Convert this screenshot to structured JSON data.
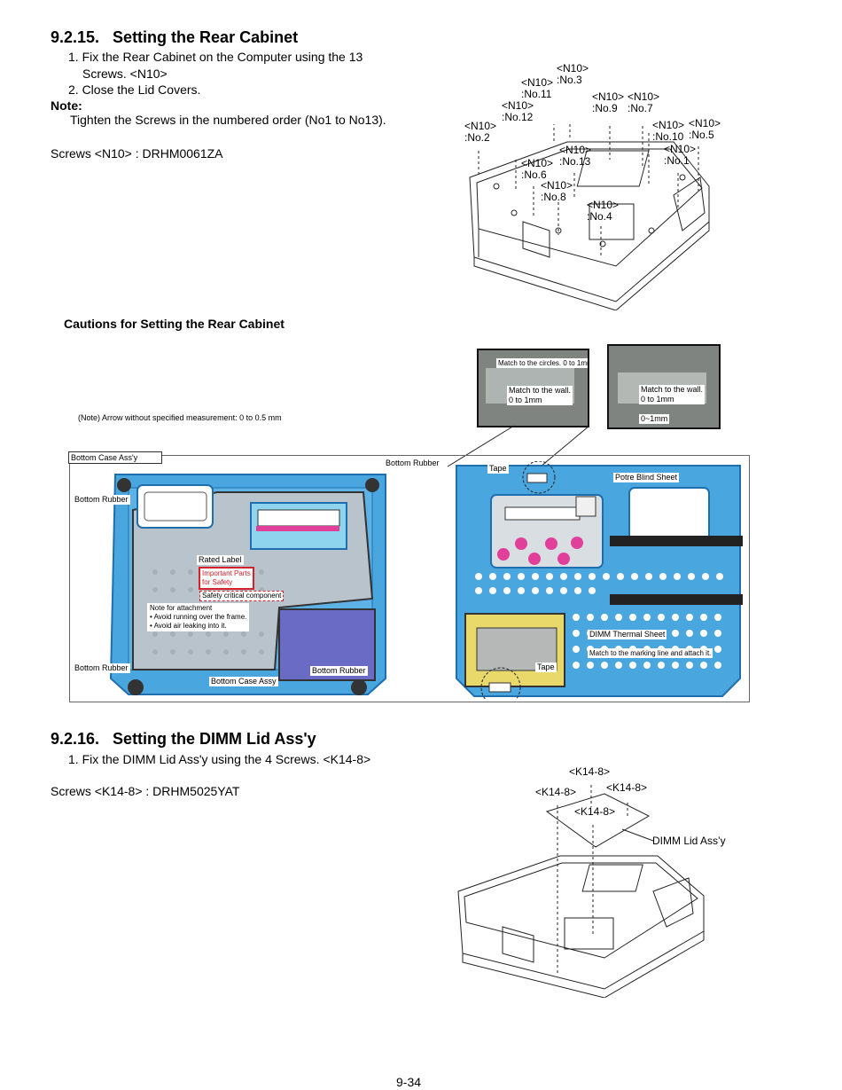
{
  "section1": {
    "heading": "9.2.15.   Setting the Rear Cabinet",
    "step1_line1": "1. Fix the Rear Cabinet on the Computer using the 13",
    "step1_line2": "Screws. <N10>",
    "step2": "2. Close the Lid Covers.",
    "note_label": "Note:",
    "note_text": "Tighten the Screws in the numbered order (No1 to No13).",
    "screws": "Screws <N10> : DRHM0061ZA"
  },
  "screw_labels": [
    {
      "code": "<N10>",
      "num": ":No.3"
    },
    {
      "code": "<N10>",
      "num": ":No.11"
    },
    {
      "code": "<N10>",
      "num": ":No.12"
    },
    {
      "code": "<N10>",
      "num": ":No.9"
    },
    {
      "code": "<N10>",
      "num": ":No.7"
    },
    {
      "code": "<N10>",
      "num": ":No.2"
    },
    {
      "code": "<N10>",
      "num": ":No.10"
    },
    {
      "code": "<N10>",
      "num": ":No.5"
    },
    {
      "code": "<N10>",
      "num": ":No.13"
    },
    {
      "code": "<N10>",
      "num": ":No.1"
    },
    {
      "code": "<N10>",
      "num": ":No.6"
    },
    {
      "code": "<N10>",
      "num": ":No.8"
    },
    {
      "code": "<N10>",
      "num": ":No.4"
    }
  ],
  "cautions": {
    "heading": "Cautions for Setting the Rear Cabinet",
    "arrow_note": "(Note) Arrow without specified measurement: 0 to 0.5 mm",
    "photo1_circles": "Match to the circles. 0 to 1mm",
    "photo1_wall_line1": "Match to the wall.",
    "photo1_wall_line2": "0 to 1mm",
    "photo2_wall_line1": "Match to the wall.",
    "photo2_wall_line2": "0 to 1mm",
    "photo2_measure": "0~1mm",
    "box_title": "Bottom Case Ass'y",
    "bottom_rubber": "Bottom Rubber",
    "rated_label": "Rated Label",
    "important_line1": "Important Parts",
    "important_line2": "for Safety",
    "safety_critical": "Safety critical component",
    "attach_title": "Note for attachment",
    "attach_item1": "• Avoid running over the frame.",
    "attach_item2": "• Avoid air leaking into it.",
    "bottom_case_assy": "Bottom Case Assy",
    "tape": "Tape",
    "potre_blind": "Potre Blind Sheet",
    "dimm_thermal": "DIMM Thermal Sheet",
    "match_marking": "Match to the marking line and attach it."
  },
  "section2": {
    "heading": "9.2.16.   Setting the DIMM Lid Ass'y",
    "step1": "1. Fix the DIMM Lid Ass'y using the 4 Screws. <K14-8>",
    "screws": "Screws <K14-8> : DRHM5025YAT",
    "k_label": "<K14-8>",
    "dimm_lid": "DIMM Lid Ass’y"
  },
  "footer": {
    "page_number": "9-34"
  },
  "colors": {
    "blue": "#4aa6de",
    "dark_blue": "#1f6fb0",
    "grey_panel": "#b9c3cb",
    "purple": "#6a6bc4",
    "magenta": "#e0409a",
    "red": "#d4212a"
  }
}
